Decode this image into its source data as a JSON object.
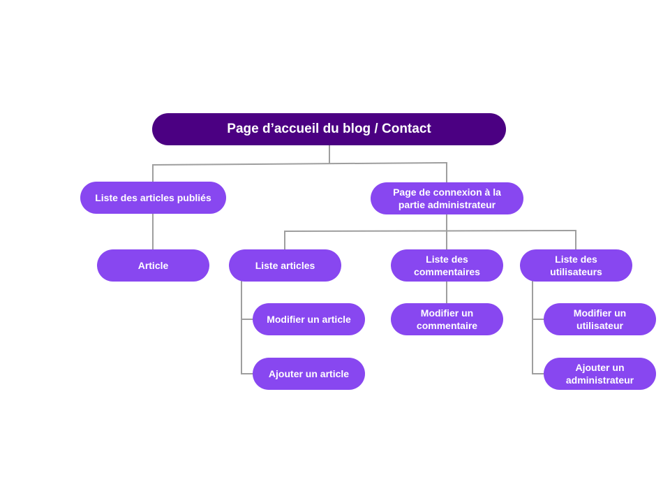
{
  "diagram": {
    "root": "Page d’accueil du blog / Contact",
    "public_list": "Liste des articles publiés",
    "article": "Article",
    "admin_login": "Page de connexion à la partie administrateur",
    "articles_list": "Liste articles",
    "edit_article": "Modifier un article",
    "add_article": "Ajouter un article",
    "comments_list": "Liste des commentaires",
    "edit_comment": "Modifier un commentaire",
    "users_list": "Liste des utilisateurs",
    "edit_user": "Modifier un utilisateur",
    "add_admin": "Ajouter un administrateur"
  },
  "colors": {
    "root": "#4b0082",
    "node": "#8847f0",
    "connector": "#9e9e9e"
  }
}
